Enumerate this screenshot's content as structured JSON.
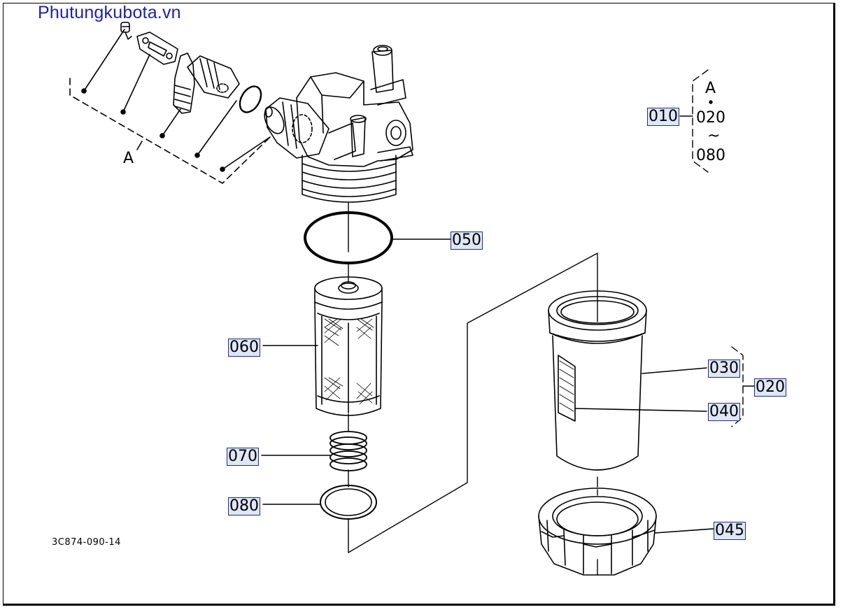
{
  "watermark": "Phutungkubota.vn",
  "drawing_code": "3C874-090-14",
  "view_label": "A",
  "assembly_note": {
    "ref": "010",
    "view": "A",
    "from": "020",
    "tilde": "~",
    "to": "080"
  },
  "callouts": {
    "p050": "050",
    "p060": "060",
    "p070": "070",
    "p080": "080",
    "p030": "030",
    "p040": "040",
    "p020": "020",
    "p045": "045"
  },
  "colors": {
    "watermark": "#1f1fa8",
    "callout_fill": "#dfe6f6",
    "callout_border": "#1f2f7a",
    "line": "#000000"
  }
}
